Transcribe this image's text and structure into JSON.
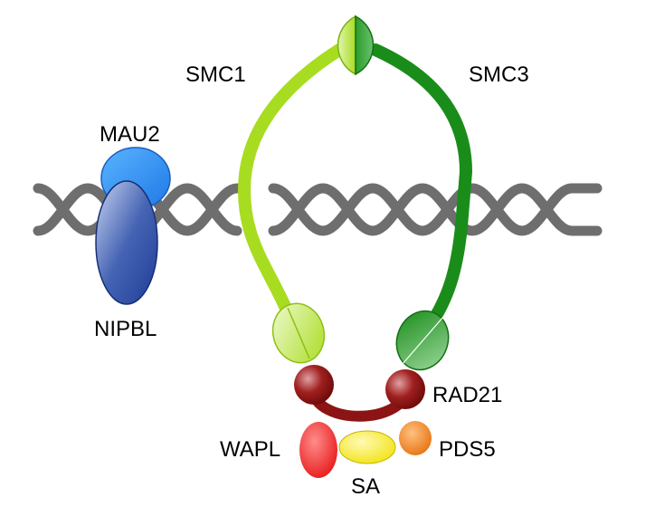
{
  "labels": {
    "smc1": "SMC1",
    "smc3": "SMC3",
    "mau2": "MAU2",
    "nipbl": "NIPBL",
    "rad21": "RAD21",
    "wapl": "WAPL",
    "pds5": "PDS5",
    "sa": "SA"
  },
  "colors": {
    "dna": "#6e6e6e",
    "smc1": "#a8dc20",
    "smc3": "#1a8c1a",
    "mau2": "#1e90ff",
    "nipbl": "#1e3c96",
    "rad21": "#8c1414",
    "wapl": "#e61e1e",
    "pds5": "#f07814",
    "sa": "#f5e600"
  }
}
